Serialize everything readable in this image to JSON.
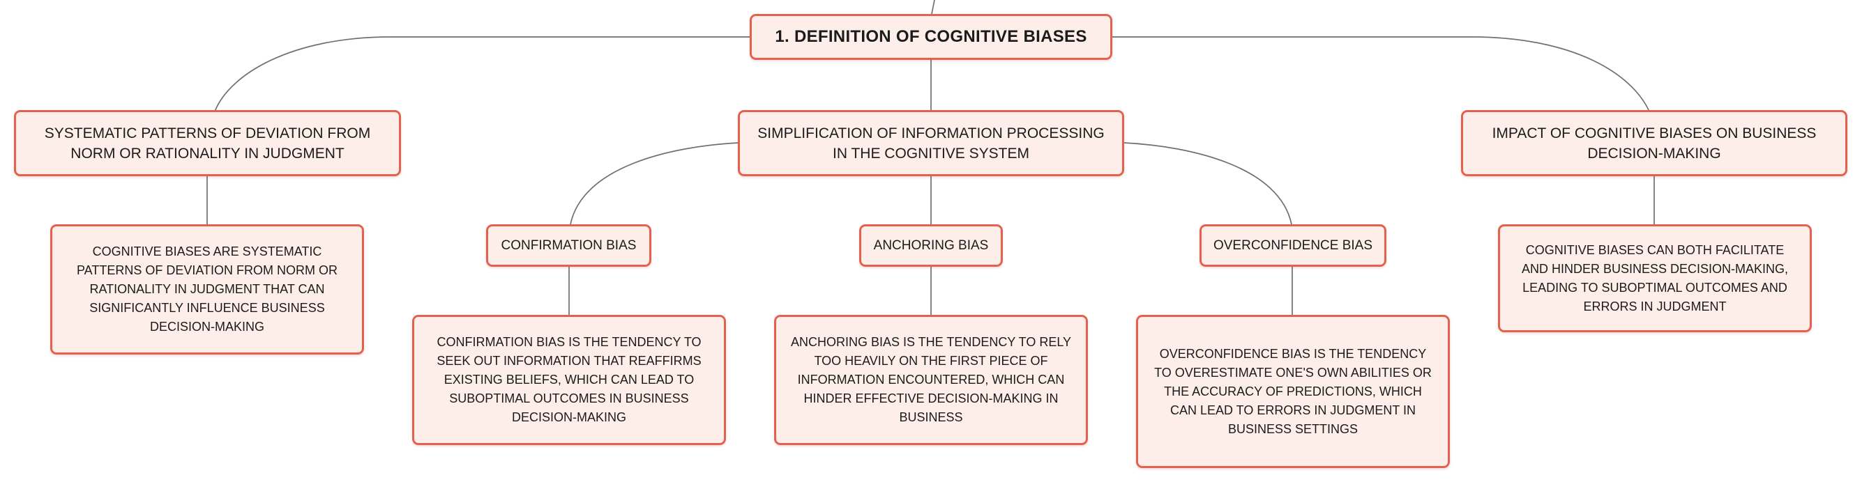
{
  "colors": {
    "node_fill": "#fdeeea",
    "node_border": "#e4614f",
    "connector": "#6f6f6f",
    "text": "#1b1b1b"
  },
  "diagram": {
    "root": {
      "label": "1. DEFINITION OF COGNITIVE BIASES"
    },
    "branch_systematic": {
      "label": "SYSTEMATIC PATTERNS OF DEVIATION FROM NORM OR RATIONALITY IN JUDGMENT",
      "detail": "COGNITIVE BIASES ARE SYSTEMATIC PATTERNS OF DEVIATION FROM NORM OR RATIONALITY IN JUDGMENT THAT CAN SIGNIFICANTLY INFLUENCE BUSINESS DECISION-MAKING"
    },
    "branch_simplification": {
      "label": "SIMPLIFICATION OF INFORMATION PROCESSING IN THE COGNITIVE SYSTEM",
      "confirmation": {
        "label": "CONFIRMATION BIAS",
        "detail": "CONFIRMATION BIAS IS THE TENDENCY TO SEEK OUT INFORMATION THAT REAFFIRMS EXISTING BELIEFS, WHICH CAN LEAD TO SUBOPTIMAL OUTCOMES IN BUSINESS DECISION-MAKING"
      },
      "anchoring": {
        "label": "ANCHORING BIAS",
        "detail": "ANCHORING BIAS IS THE TENDENCY TO RELY TOO HEAVILY ON THE FIRST PIECE OF INFORMATION ENCOUNTERED, WHICH CAN HINDER EFFECTIVE DECISION-MAKING IN BUSINESS"
      },
      "overconfidence": {
        "label": "OVERCONFIDENCE BIAS",
        "detail": "OVERCONFIDENCE BIAS IS THE TENDENCY TO OVERESTIMATE ONE'S OWN ABILITIES OR THE ACCURACY OF PREDICTIONS, WHICH CAN LEAD TO ERRORS IN JUDGMENT IN BUSINESS SETTINGS"
      }
    },
    "branch_impact": {
      "label": "IMPACT OF COGNITIVE BIASES ON BUSINESS DECISION-MAKING",
      "detail": "COGNITIVE BIASES CAN BOTH FACILITATE AND HINDER BUSINESS DECISION-MAKING, LEADING TO SUBOPTIMAL OUTCOMES AND ERRORS IN JUDGMENT"
    }
  }
}
